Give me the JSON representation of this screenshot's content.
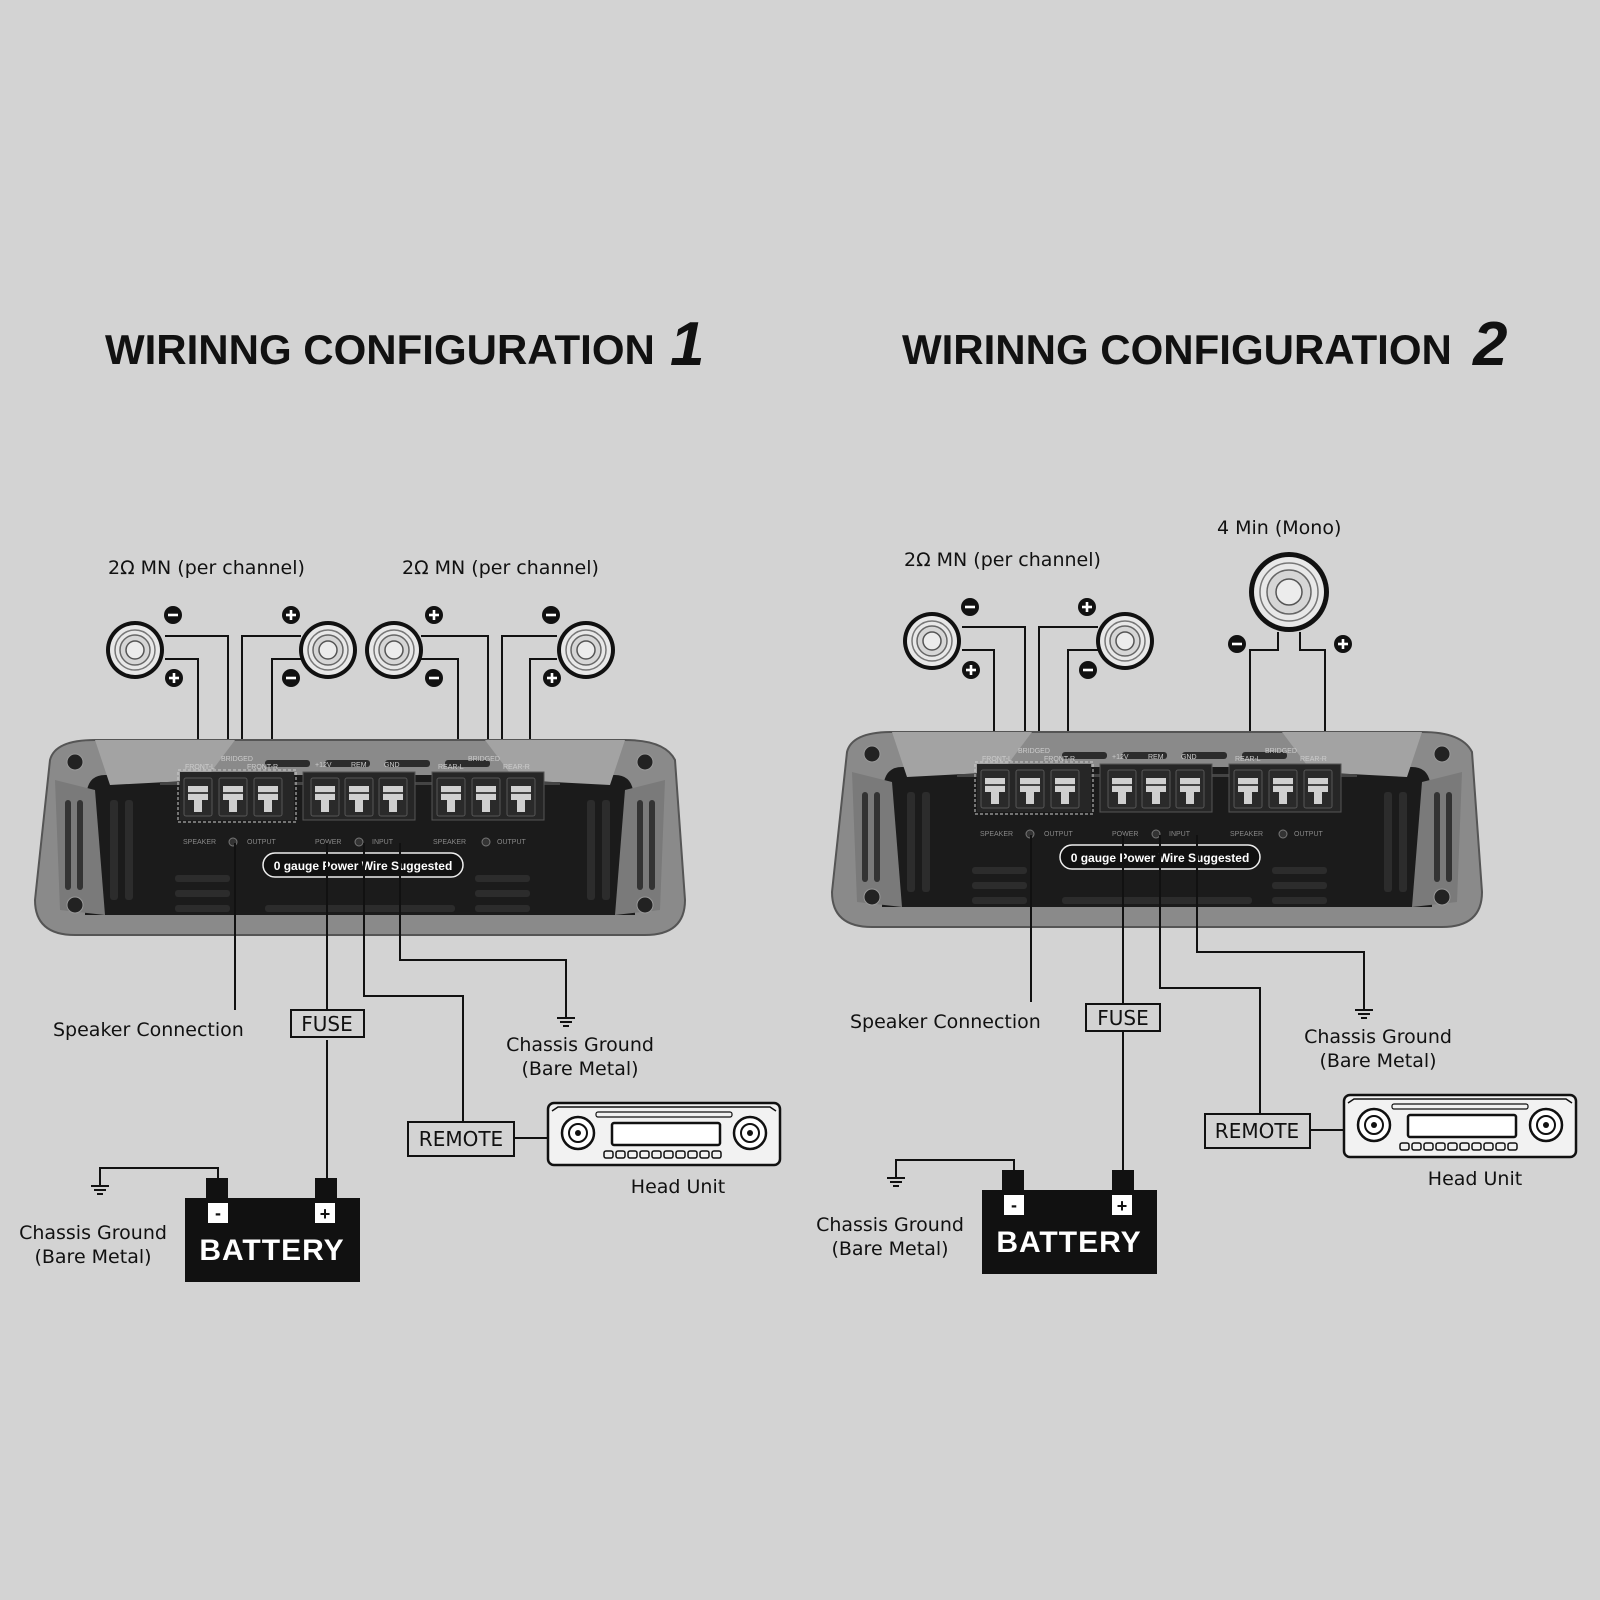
{
  "configs": [
    {
      "title": "WIRINNG CONFIGURATION",
      "number": "1",
      "speaker_groups": [
        "2Ω MN (per channel)",
        "2Ω MN (per channel)"
      ],
      "amp": {
        "channel_labels": [
          "FRONT-L",
          "BRIDGED",
          "FRONT-R",
          "+12V",
          "REM",
          "GND",
          "REAR-L",
          "BRIDGED",
          "REAR-R"
        ],
        "section_labels": [
          "SPEAKER",
          "OUTPUT",
          "POWER",
          "INPUT",
          "SPEAKER",
          "OUTPUT"
        ],
        "power_note": "0 gauge Power Wire Suggested"
      },
      "labels": {
        "speaker_connection": "Speaker Connection",
        "fuse": "FUSE",
        "remote": "REMOTE",
        "chassis_ground_right": [
          "Chassis Ground",
          "(Bare Metal)"
        ],
        "chassis_ground_left": [
          "Chassis Ground",
          "(Bare Metal)"
        ],
        "head_unit": "Head Unit",
        "battery": "BATTERY",
        "battery_neg": "-",
        "battery_pos": "+"
      }
    },
    {
      "title": "WIRINNG CONFIGURATION",
      "number": "2",
      "speaker_groups": [
        "2Ω MN (per channel)",
        "4 Min (Mono)"
      ],
      "amp": {
        "channel_labels": [
          "FRONT-L",
          "BRIDGED",
          "FRONT-R",
          "+12V",
          "REM",
          "GND",
          "REAR-L",
          "BRIDGED",
          "REAR-R"
        ],
        "section_labels": [
          "SPEAKER",
          "OUTPUT",
          "POWER",
          "INPUT",
          "SPEAKER",
          "OUTPUT"
        ],
        "power_note": "0 gauge Power Wire Suggested"
      },
      "labels": {
        "speaker_connection": "Speaker Connection",
        "fuse": "FUSE",
        "remote": "REMOTE",
        "chassis_ground_right": [
          "Chassis Ground",
          "(Bare Metal)"
        ],
        "chassis_ground_left": [
          "Chassis Ground",
          "(Bare Metal)"
        ],
        "head_unit": "Head Unit",
        "battery": "BATTERY",
        "battery_neg": "-",
        "battery_pos": "+"
      }
    }
  ],
  "colors": {
    "background": "#d3d3d3",
    "ink": "#111111",
    "amp_body": "#1b1b1b",
    "amp_shell": "#8a8a8a"
  },
  "icons": [
    "speaker-icon",
    "ground-icon",
    "battery-icon",
    "head-unit-icon",
    "terminal-icon"
  ]
}
